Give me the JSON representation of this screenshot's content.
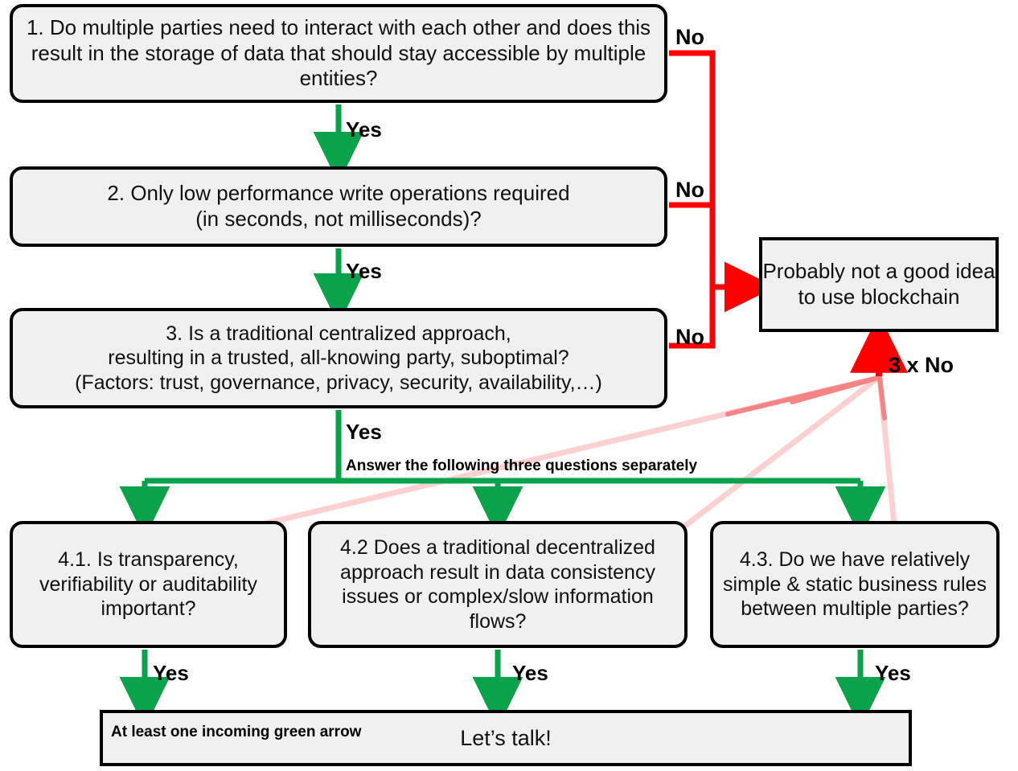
{
  "diagram": {
    "title": "Blockchain suitability decision flowchart",
    "colors": {
      "green": "#0aa24a",
      "red": "#ff0000",
      "pink": "#fbd0d0",
      "box_fill": "#f0f0f0",
      "box_border": "#000000"
    }
  },
  "nodes": {
    "q1": "1. Do multiple parties need to interact with each other and does this result in the storage of data that should stay accessible by multiple entities?",
    "q2": "2. Only low performance write operations required\n(in seconds, not milliseconds)?",
    "q3": "3. Is a traditional centralized approach,\nresulting in a trusted, all-knowing party, suboptimal?\n(Factors:  trust, governance, privacy, security, availability,…)",
    "blockchain_bad": "Probably not a good idea to use blockchain",
    "q41": "4.1. Is transparency, verifiability or auditability important?",
    "q42": "4.2 Does a traditional decentralized approach result in data consistency issues or complex/slow information flows?",
    "q43": "4.3. Do we have relatively simple & static business rules between multiple parties?",
    "lets_talk": "Let’s talk!"
  },
  "labels": {
    "no_1": "No",
    "no_2": "No",
    "no_3": "No",
    "yes_1": "Yes",
    "yes_2": "Yes",
    "yes_3": "Yes",
    "yes_41": "Yes",
    "yes_42": "Yes",
    "yes_43": "Yes",
    "three_x_no": "3 x No",
    "answer_separately": "Answer the following three questions separately",
    "at_least_one": "At least one incoming green arrow"
  }
}
